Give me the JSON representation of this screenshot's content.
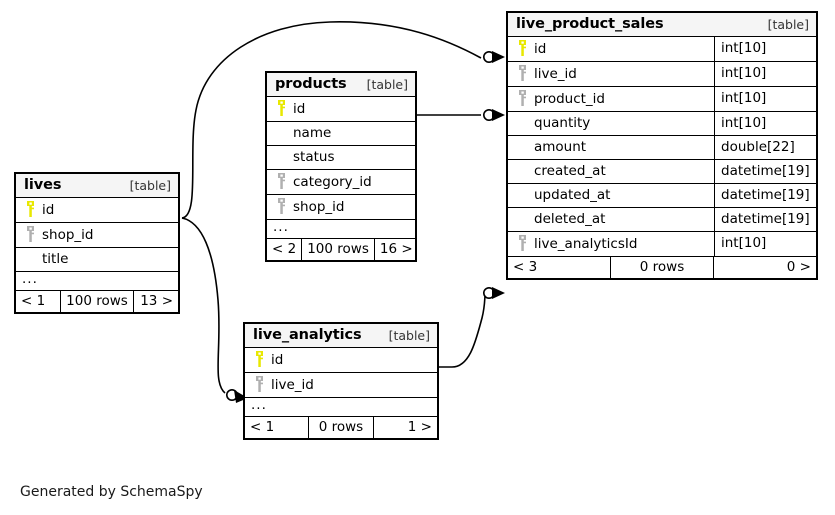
{
  "diagram": {
    "type": "entity-relationship-diagram",
    "caption": "Generated by SchemaSpy",
    "table_tag": "[table]",
    "ellipsis": "...",
    "colors": {
      "primary_key": "#e8e800",
      "foreign_key": "#b0b0b0",
      "border": "#000000",
      "header_background": "#f5f5f5",
      "background": "#ffffff"
    }
  },
  "tables": [
    {
      "id": "live_product_sales",
      "name": "live_product_sales",
      "tag": "[table]",
      "show_types": true,
      "columns": [
        {
          "name": "id",
          "type": "int[10]",
          "key": "primary"
        },
        {
          "name": "live_id",
          "type": "int[10]",
          "key": "foreign"
        },
        {
          "name": "product_id",
          "type": "int[10]",
          "key": "foreign"
        },
        {
          "name": "quantity",
          "type": "int[10]",
          "key": "none"
        },
        {
          "name": "amount",
          "type": "double[22]",
          "key": "none"
        },
        {
          "name": "created_at",
          "type": "datetime[19]",
          "key": "none"
        },
        {
          "name": "updated_at",
          "type": "datetime[19]",
          "key": "none"
        },
        {
          "name": "deleted_at",
          "type": "datetime[19]",
          "key": "none"
        },
        {
          "name": "live_analyticsId",
          "type": "int[10]",
          "key": "foreign"
        }
      ],
      "has_ellipsis": false,
      "footer": {
        "left": "< 3",
        "center": "0 rows",
        "right": "0 >"
      }
    },
    {
      "id": "products",
      "name": "products",
      "tag": "[table]",
      "show_types": false,
      "columns": [
        {
          "name": "id",
          "type": "",
          "key": "primary"
        },
        {
          "name": "name",
          "type": "",
          "key": "none"
        },
        {
          "name": "status",
          "type": "",
          "key": "none"
        },
        {
          "name": "category_id",
          "type": "",
          "key": "foreign"
        },
        {
          "name": "shop_id",
          "type": "",
          "key": "foreign"
        }
      ],
      "has_ellipsis": true,
      "footer": {
        "left": "< 2",
        "center": "100 rows",
        "right": "16 >"
      }
    },
    {
      "id": "lives",
      "name": "lives",
      "tag": "[table]",
      "show_types": false,
      "columns": [
        {
          "name": "id",
          "type": "",
          "key": "primary"
        },
        {
          "name": "shop_id",
          "type": "",
          "key": "foreign"
        },
        {
          "name": "title",
          "type": "",
          "key": "none"
        }
      ],
      "has_ellipsis": true,
      "footer": {
        "left": "< 1",
        "center": "100 rows",
        "right": "13 >"
      }
    },
    {
      "id": "live_analytics",
      "name": "live_analytics",
      "tag": "[table]",
      "show_types": false,
      "columns": [
        {
          "name": "id",
          "type": "",
          "key": "primary"
        },
        {
          "name": "live_id",
          "type": "",
          "key": "foreign"
        }
      ],
      "has_ellipsis": true,
      "footer": {
        "left": "< 1",
        "center": "0 rows",
        "right": "1 >"
      }
    }
  ],
  "relationships": [
    {
      "from_table": "lives",
      "from_column": "id",
      "to_table": "live_product_sales",
      "to_column": "live_id"
    },
    {
      "from_table": "products",
      "from_column": "id",
      "to_table": "live_product_sales",
      "to_column": "product_id"
    },
    {
      "from_table": "live_analytics",
      "from_column": "id",
      "to_table": "live_product_sales",
      "to_column": "live_analyticsId"
    },
    {
      "from_table": "lives",
      "from_column": "id",
      "to_table": "live_analytics",
      "to_column": "live_id"
    }
  ]
}
